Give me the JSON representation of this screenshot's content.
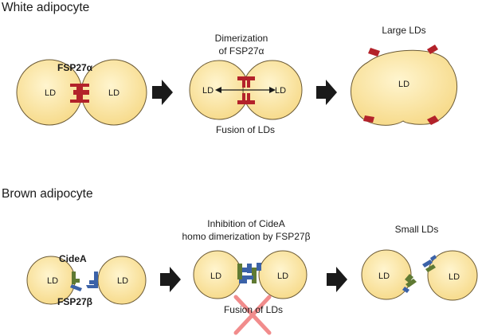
{
  "white": {
    "title": "White adipocyte",
    "protein_label": "FSP27α",
    "dimerization_line1": "Dimerization",
    "dimerization_line2": "of FSP27α",
    "fusion_label": "Fusion of LDs",
    "large_label": "Large LDs",
    "ld": "LD"
  },
  "brown": {
    "title": "Brown adipocyte",
    "cidea_label": "CideA",
    "fsp27b_label": "FSP27β",
    "inhibition_line1": "Inhibition of CideA",
    "inhibition_line2": "homo dimerization by FSP27β",
    "fusion_blocked_label": "Fusion of LDs",
    "small_label": "Small LDs",
    "ld": "LD"
  },
  "colors": {
    "droplet_fill": "#fbe6a2",
    "droplet_stroke": "#6b5a35",
    "fsp27a": "#b3222a",
    "cidea": "#5f7a33",
    "fsp27b": "#3b62a8",
    "arrow": "#1a1a1a",
    "cross": "#f08080"
  }
}
